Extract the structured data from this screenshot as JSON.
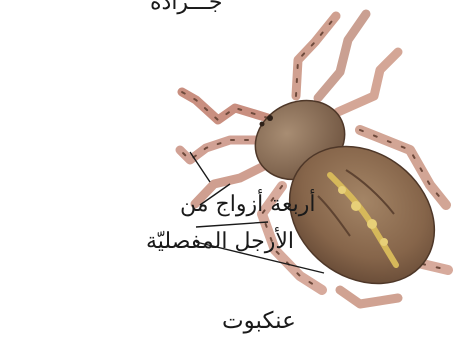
{
  "top_word": "جـــرادة",
  "label": {
    "line1": "أربعة أزواج من",
    "line2": "الأرجل المفصليّة"
  },
  "caption": "عنكبوت",
  "colors": {
    "body_brown": "#8a6a4e",
    "leg_pink": "#d9a99a",
    "leg_dark": "#6e4a3c",
    "marking_yellow": "#d6b85a"
  }
}
